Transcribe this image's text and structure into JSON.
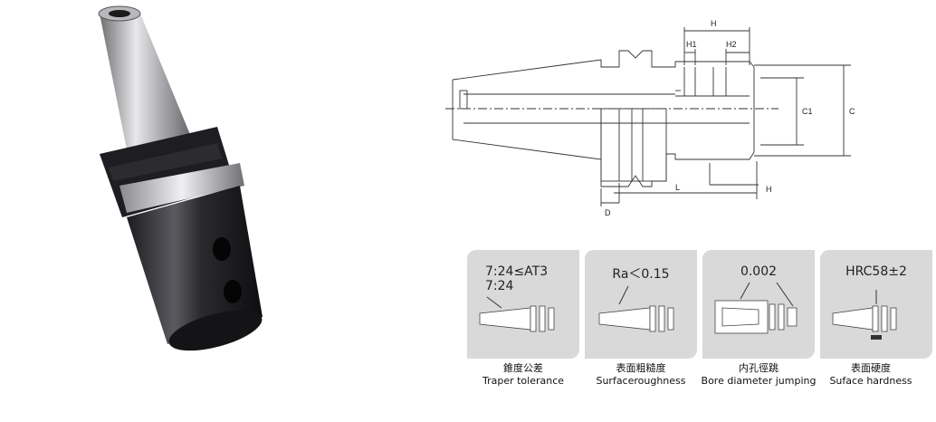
{
  "drawing": {
    "labels": {
      "h_top": "H",
      "h1": "H1",
      "h2": "H2",
      "c1": "C1",
      "c": "C",
      "l": "L",
      "h_bottom": "H",
      "d": "D"
    }
  },
  "cards": [
    {
      "lines": [
        "7:24≤AT3",
        "7:24"
      ],
      "caption_cn": "錐度公差",
      "caption_en": "Traper tolerance"
    },
    {
      "lines": [
        "Ra＜0.15"
      ],
      "caption_cn": "表面粗糙度",
      "caption_en": "Surfaceroughness"
    },
    {
      "lines": [
        "0.002"
      ],
      "caption_cn": "内孔徑跳",
      "caption_en": "Bore diameter jumping"
    },
    {
      "lines": [
        "HRC58±2"
      ],
      "caption_cn": "表面硬度",
      "caption_en": "Suface hardness"
    }
  ],
  "colors": {
    "card_bg": "#d9d9d9",
    "line": "#333333"
  }
}
